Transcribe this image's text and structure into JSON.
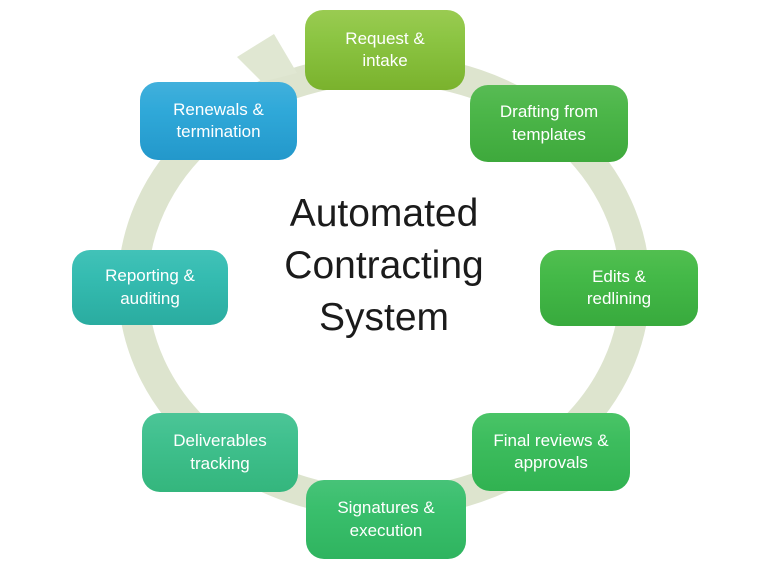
{
  "diagram": {
    "title": "Automated Contracting System",
    "type": "cycle",
    "direction": "clockwise",
    "ring_color": "#dde4ce",
    "label_text_color": "#ffffff",
    "title_color": "#1b1b1b",
    "steps": [
      {
        "label": "Request & intake",
        "position": "top",
        "color": "#8cc543"
      },
      {
        "label": "Drafting from templates",
        "position": "top-right",
        "color": "#4cb649"
      },
      {
        "label": "Edits & redlining",
        "position": "right",
        "color": "#44b948"
      },
      {
        "label": "Final reviews & approvals",
        "position": "bottom-right",
        "color": "#3dbd5e"
      },
      {
        "label": "Signatures & execution",
        "position": "bottom",
        "color": "#3abf6d"
      },
      {
        "label": "Deliverables tracking",
        "position": "bottom-left",
        "color": "#40c08e"
      },
      {
        "label": "Reporting & auditing",
        "position": "left",
        "color": "#35bcb1"
      },
      {
        "label": "Renewals & termination",
        "position": "top-left",
        "color": "#30a9d9"
      }
    ]
  }
}
